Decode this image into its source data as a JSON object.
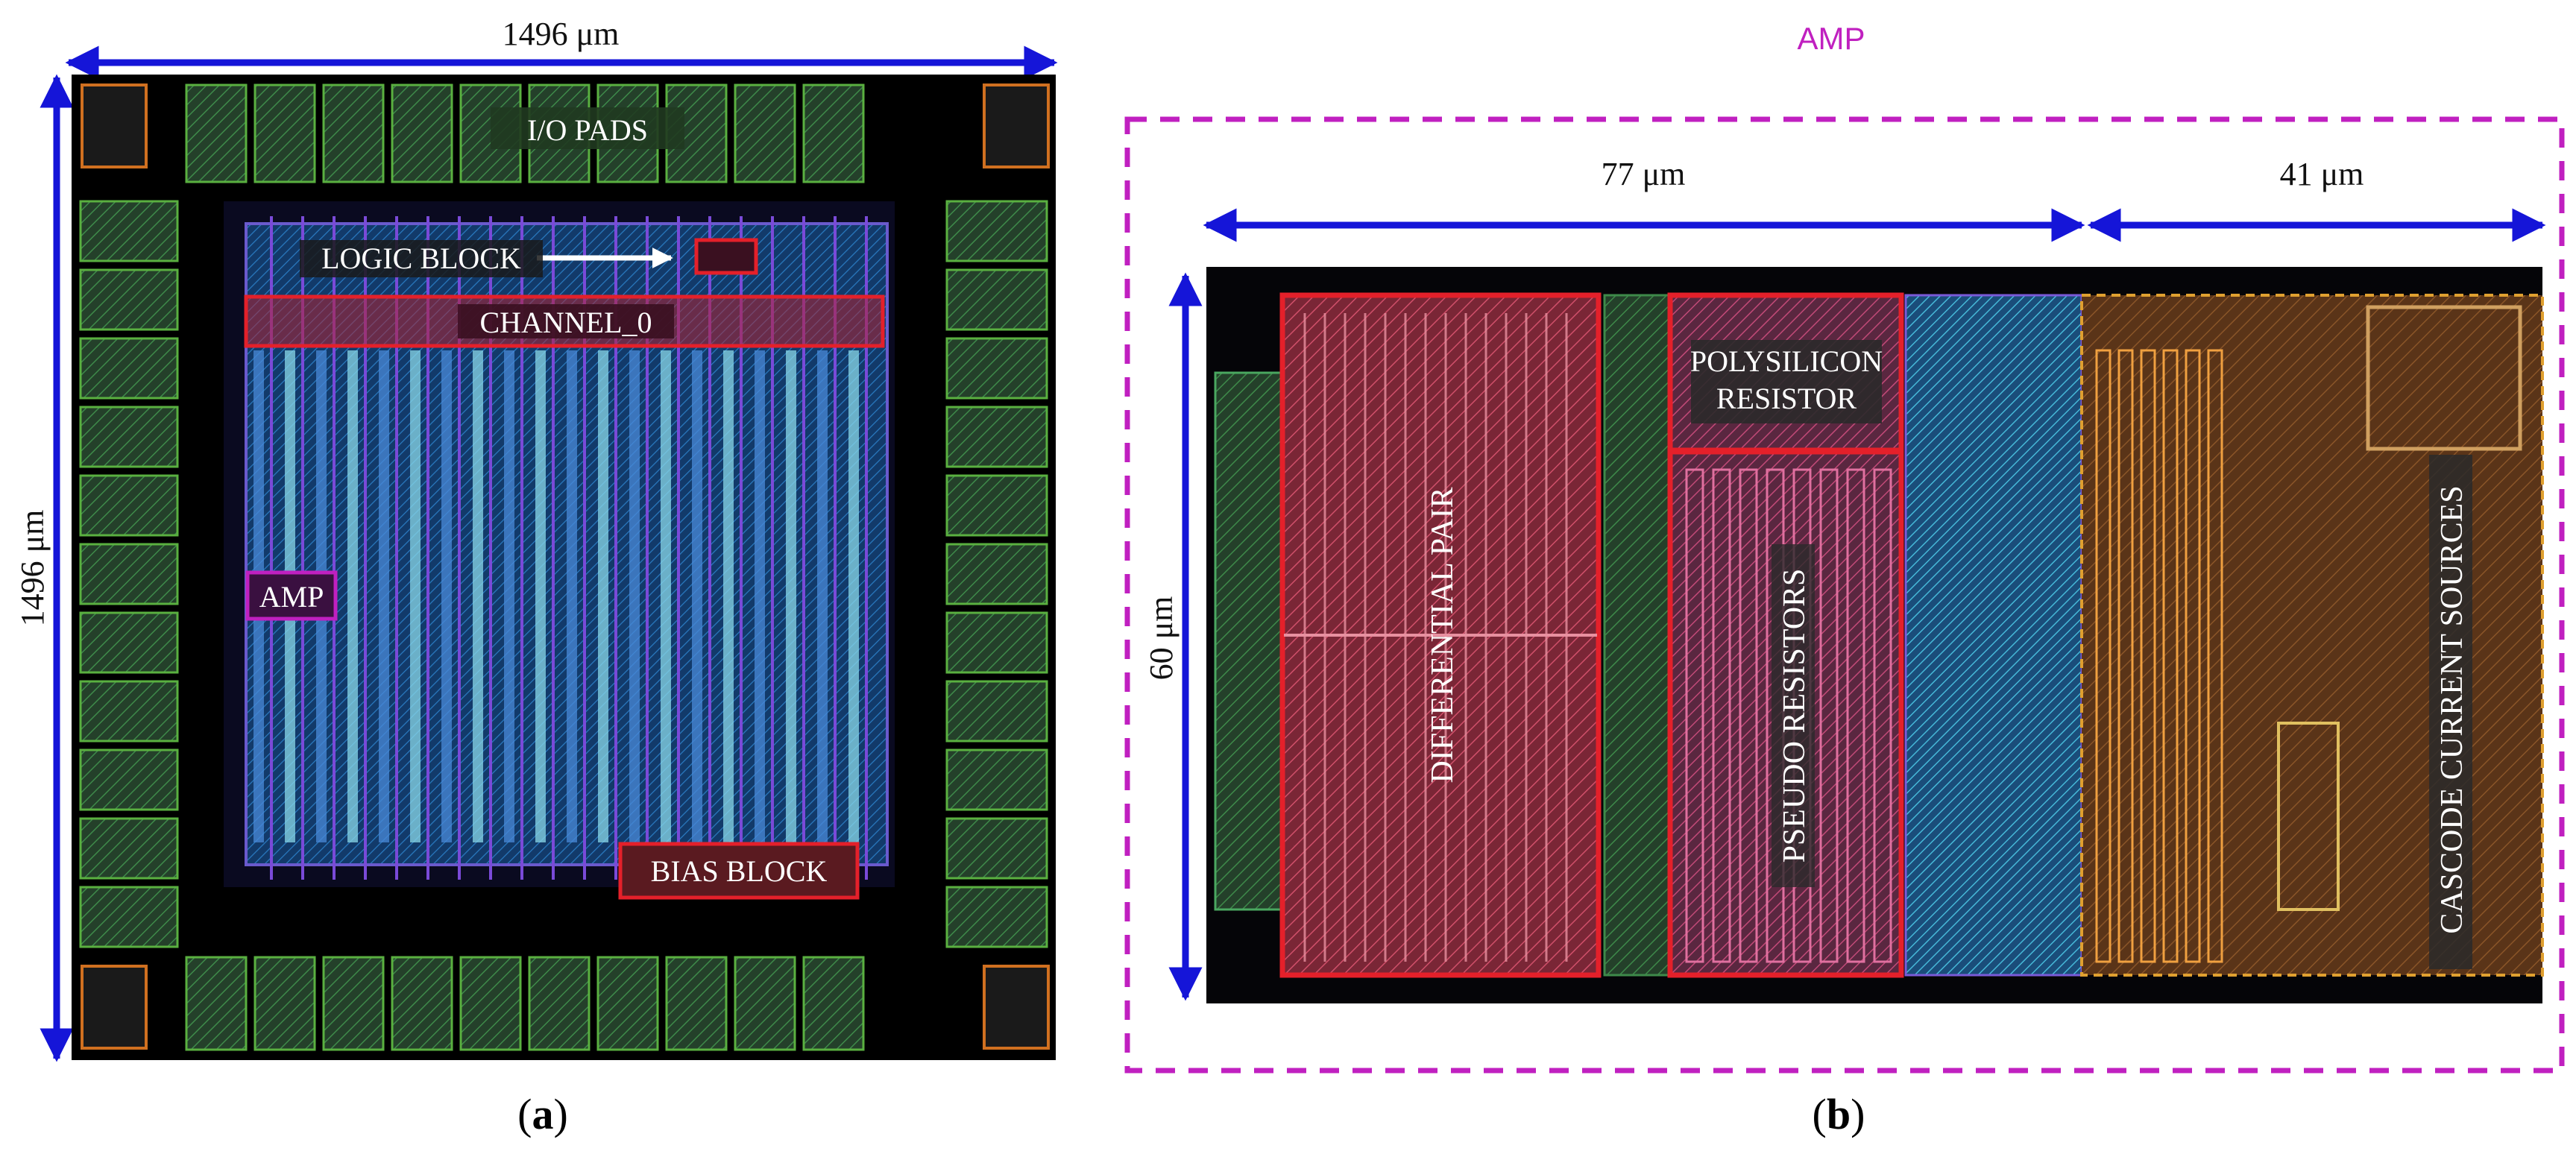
{
  "panel_a": {
    "width_dim": "1496 μm",
    "height_dim": "1496 μm",
    "labels": {
      "io_pads": "I/O PADS",
      "logic_block": "LOGIC BLOCK",
      "channel": "CHANNEL_0",
      "amp": "AMP",
      "bias_block": "BIAS BLOCK"
    },
    "caption_letter": "a"
  },
  "panel_b": {
    "title": "AMP",
    "dim_left": "77 μm",
    "dim_right": "41 μm",
    "dim_height": "60 μm",
    "labels": {
      "differential_pair": "DIFFERENTIAL PAIR",
      "poly_resistor_line1": "POLYSILICON",
      "poly_resistor_line2": "RESISTOR",
      "pseudo_resistors": "PSEUDO RESISTORS",
      "cascode": "CASCODE CURRENT SOURCES"
    },
    "caption_letter": "b"
  },
  "colors": {
    "dimension_arrow": "#1515d8",
    "highlight_box": "#e4202a",
    "amp_dashed_box": "#c020c0",
    "chip_background": "#000000",
    "pad_green": "#2f8a3a"
  }
}
